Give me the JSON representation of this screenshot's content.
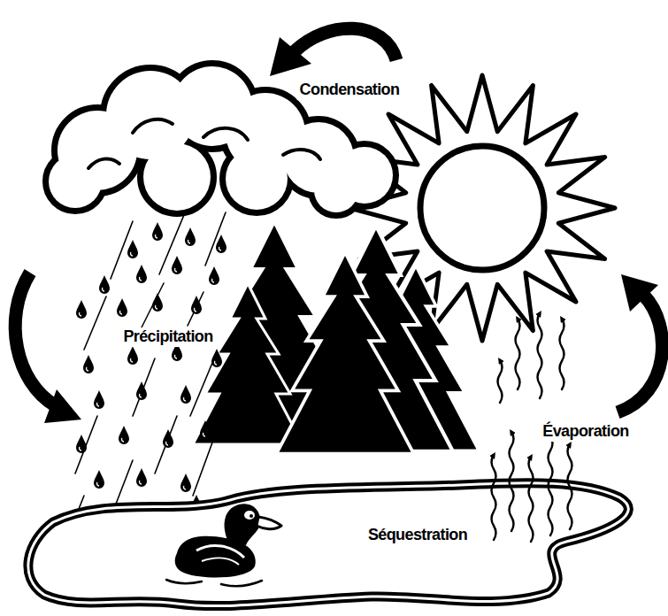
{
  "diagram": {
    "labels": [
      "Condensation",
      "Précipitation",
      "Évaporation",
      "Séquestration"
    ]
  }
}
